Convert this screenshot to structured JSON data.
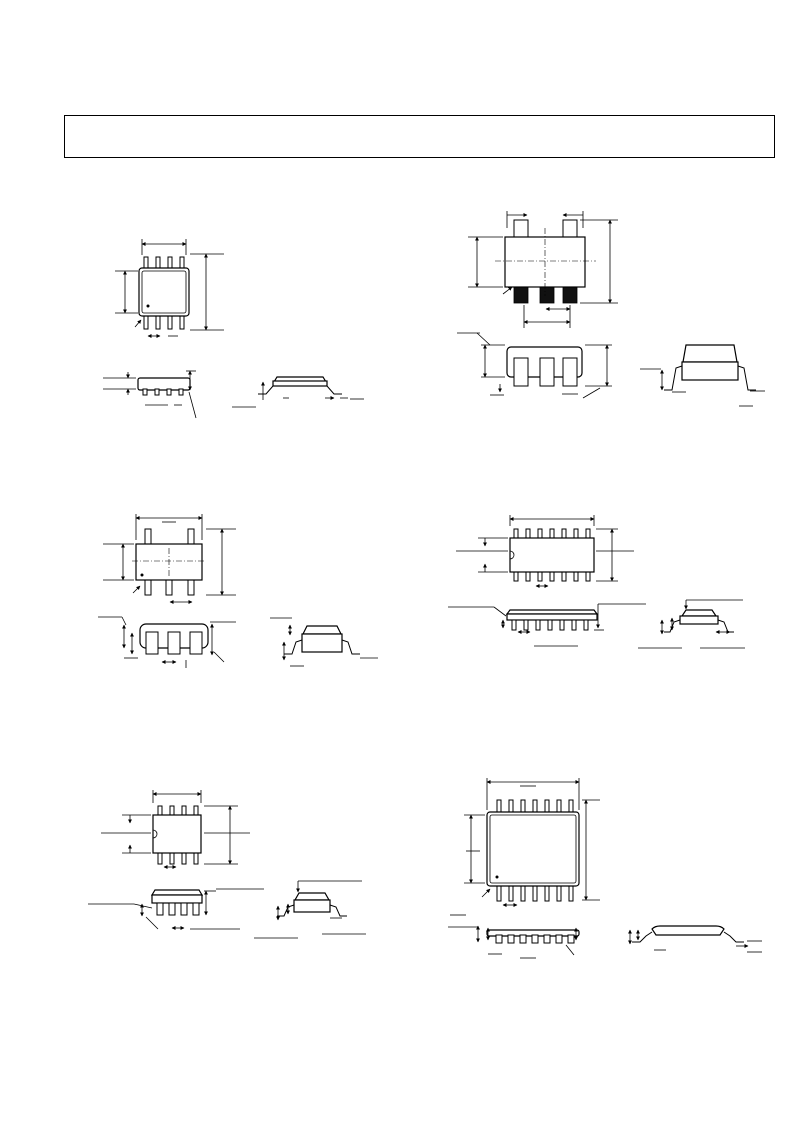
{
  "header": {
    "title": ""
  },
  "drawings": [
    {
      "name": "package-8-lead-top-left",
      "views": [
        "top",
        "end",
        "side"
      ]
    },
    {
      "name": "package-5-lead-top-right",
      "views": [
        "top",
        "front",
        "side"
      ]
    },
    {
      "name": "package-5-lead-mid-left",
      "views": [
        "top",
        "front",
        "side"
      ]
    },
    {
      "name": "package-14-lead-mid-right",
      "views": [
        "top",
        "front",
        "side"
      ]
    },
    {
      "name": "package-8-lead-bottom-left",
      "views": [
        "top",
        "front",
        "side"
      ]
    },
    {
      "name": "package-14-lead-bottom-right",
      "views": [
        "top",
        "front",
        "side"
      ]
    }
  ]
}
